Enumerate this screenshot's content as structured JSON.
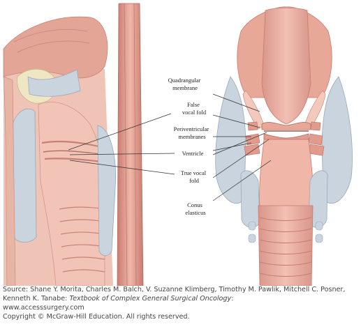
{
  "labels": {
    "quadrangular": [
      "Quadrangular",
      "membrane"
    ],
    "false_fold": [
      "False",
      "vocal fold"
    ],
    "periventricular": [
      "Periventricular",
      "membranes"
    ],
    "ventricle": [
      "Ventricle"
    ],
    "true_fold": [
      "True vocal",
      "fold"
    ],
    "conus": [
      "Conus",
      "elasticus"
    ]
  },
  "credit": {
    "source_prefix": "Source: Shane Y. Morita, Charles M. Balch, V. Suzanne Klimberg, Timothy M. Pawlik, Mitchell C. Posner, Kenneth K. Tanabe: ",
    "book_title": "Textbook of Complex General Surgical Oncology",
    "source_suffix": ":",
    "url": "www.accesssurgery.com",
    "copyright": "Copyright © McGraw-Hill Education. All rights reserved."
  },
  "colors": {
    "tissue": "#e8a898",
    "tissue_dark": "#c97a70",
    "mucosa_light": "#f3c9bc",
    "cartilage": "#c9d4df",
    "fat": "#efe6c4",
    "line": "#333333"
  }
}
